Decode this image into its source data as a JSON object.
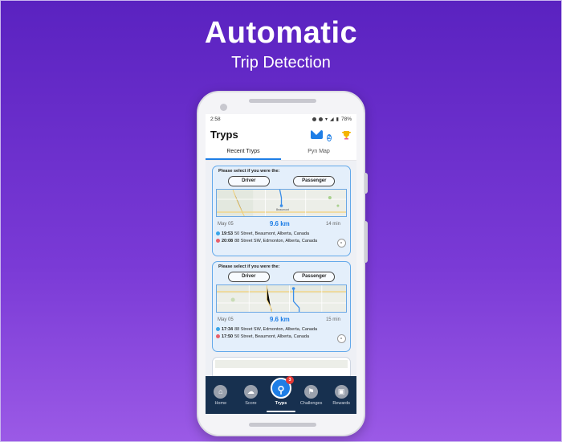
{
  "hero": {
    "title": "Automatic",
    "subtitle": "Trip Detection"
  },
  "status_bar": {
    "time": "2:58",
    "battery": "78%"
  },
  "app": {
    "title": "Tryps",
    "notification_count": "2"
  },
  "tabs": [
    {
      "label": "Recent Tryps",
      "active": true
    },
    {
      "label": "Pyn Map",
      "active": false
    }
  ],
  "trips": [
    {
      "prompt": "Please select if you were the:",
      "driver_label": "Driver",
      "passenger_label": "Passenger",
      "date": "May 05",
      "distance": "9.6 km",
      "duration": "14 min",
      "map_label": "Beaumont",
      "start_time": "19:53",
      "start_address": "50 Street, Beaumont, Alberta, Canada",
      "end_time": "20:08",
      "end_address": "88 Street SW, Edmonton, Alberta, Canada"
    },
    {
      "prompt": "Please select if you were the:",
      "driver_label": "Driver",
      "passenger_label": "Passenger",
      "date": "May 05",
      "distance": "9.6 km",
      "duration": "15 min",
      "start_time": "17:34",
      "start_address": "88 Street SW, Edmonton, Alberta, Canada",
      "end_time": "17:50",
      "end_address": "50 Street, Beaumont, Alberta, Canada"
    }
  ],
  "nav": [
    {
      "label": "Home",
      "icon": "home-icon",
      "glyph": "⌂"
    },
    {
      "label": "Score",
      "icon": "cloud-icon",
      "glyph": "☁"
    },
    {
      "label": "Tryps",
      "icon": "map-pin-icon",
      "glyph": "⚲",
      "badge": "3",
      "active": true
    },
    {
      "label": "Challenges",
      "icon": "flag-icon",
      "glyph": "⚑"
    },
    {
      "label": "Rewards",
      "icon": "gift-icon",
      "glyph": "▣"
    }
  ],
  "colors": {
    "accent": "#1e7ee6",
    "nav_bg": "#17304f",
    "start_dot": "#3aa5e8",
    "end_dot": "#e8606b",
    "badge": "#e53935"
  }
}
